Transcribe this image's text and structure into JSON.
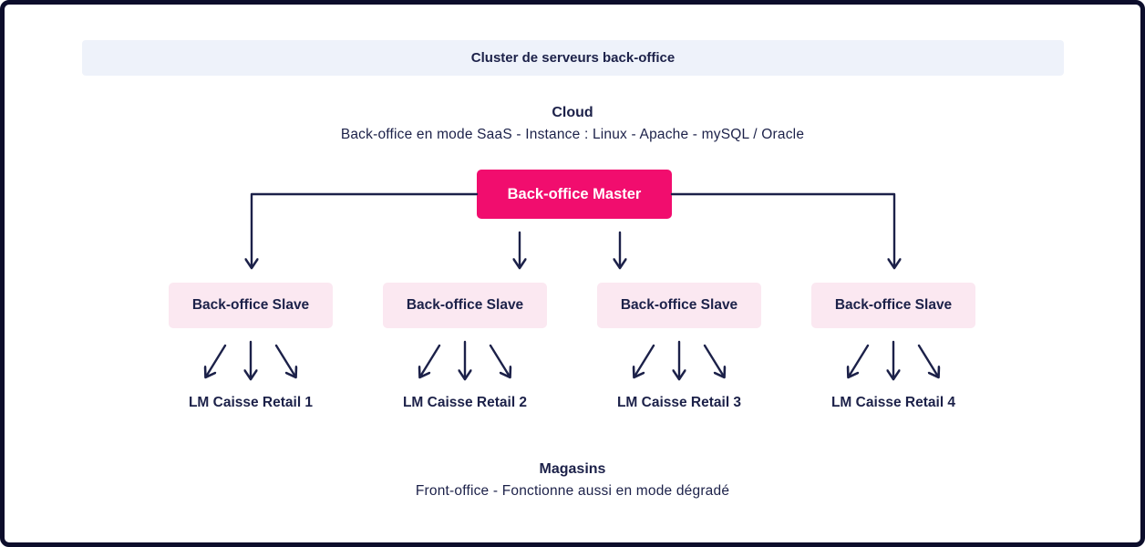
{
  "header": {
    "title": "Cluster de serveurs back-office"
  },
  "cloud": {
    "title": "Cloud",
    "subtitle": "Back-office en mode SaaS - Instance : Linux - Apache - mySQL / Oracle"
  },
  "master": {
    "label": "Back-office Master"
  },
  "slaves": [
    {
      "label": "Back-office Slave",
      "retail": "LM Caisse Retail 1"
    },
    {
      "label": "Back-office Slave",
      "retail": "LM Caisse Retail 2"
    },
    {
      "label": "Back-office Slave",
      "retail": "LM Caisse Retail 3"
    },
    {
      "label": "Back-office Slave",
      "retail": "LM Caisse Retail 4"
    }
  ],
  "magasins": {
    "title": "Magasins",
    "subtitle": "Front-office - Fonctionne aussi en mode dégradé"
  },
  "colors": {
    "accent_pink": "#F10D6E",
    "node_light_pink": "#FBE8F1",
    "header_light_blue": "#EEF2FA",
    "text_navy": "#1C2149",
    "frame_border": "#0C0D2B"
  }
}
